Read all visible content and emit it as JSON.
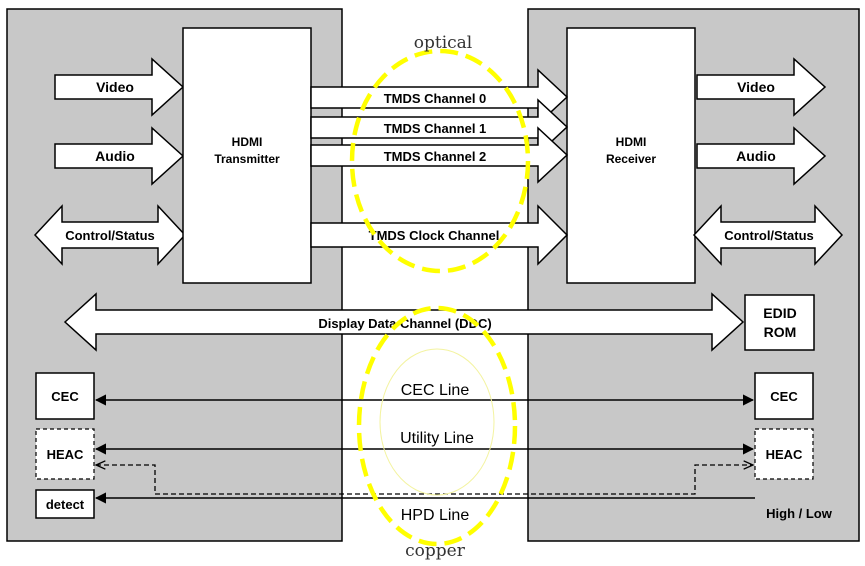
{
  "annotations": {
    "top": "optical",
    "bottom": "copper",
    "highlight_color": "#ffff00"
  },
  "source": {
    "block_label_line1": "HDMI",
    "block_label_line2": "Transmitter",
    "inputs": [
      "Video",
      "Audio",
      "Control/Status"
    ]
  },
  "sink": {
    "block_label_line1": "HDMI",
    "block_label_line2": "Receiver",
    "outputs": [
      "Video",
      "Audio",
      "Control/Status"
    ],
    "edid_line1": "EDID",
    "edid_line2": "ROM",
    "high_low": "High / Low"
  },
  "channels": {
    "tmds": [
      "TMDS Channel 0",
      "TMDS Channel 1",
      "TMDS Channel 2"
    ],
    "clock": "TMDS Clock Channel",
    "ddc": "Display Data Channel (DDC)"
  },
  "lines": {
    "cec": "CEC Line",
    "utility": "Utility Line",
    "hpd": "HPD Line"
  },
  "boxes": {
    "cec_left": "CEC",
    "heac_left": "HEAC",
    "detect": "detect",
    "cec_right": "CEC",
    "heac_right": "HEAC"
  },
  "colors": {
    "panel": "#c8c8c8",
    "block": "#ffffff",
    "stroke": "#000000"
  }
}
